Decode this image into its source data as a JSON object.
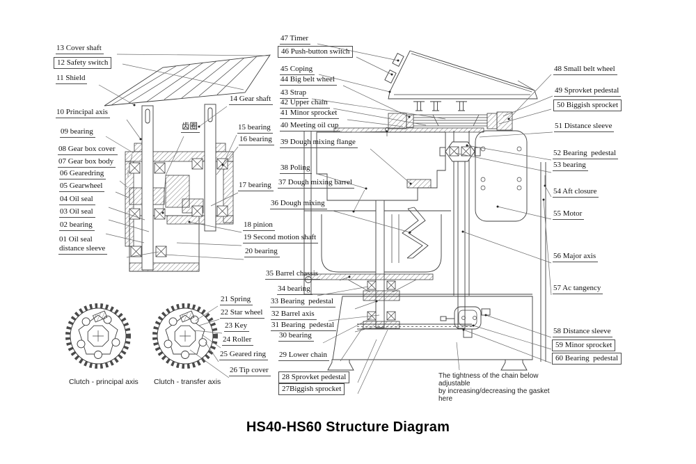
{
  "title": "HS40-HS60 Structure Diagram",
  "captions": {
    "clutch_left": "Clutch - principal axis",
    "clutch_right": "Clutch - transfer axis"
  },
  "note": {
    "line1": "The tightness of the chain below adjustable",
    "line2": "by increasing/decreasing the gasket here"
  },
  "gear_ring_label": "齿圈",
  "parts": {
    "p01": "01 Oil seal\ndistance sleeve",
    "p02": "02 bearing",
    "p03": "03 Oil seal",
    "p04": "04 Oil seal",
    "p05": "05 Gearwheel",
    "p06": "06 Gearedring",
    "p07": "07 Gear box body",
    "p08": "08 Gear box cover",
    "p09": "09 bearing",
    "p10": "10 Principal axis",
    "p11": "11 Shield",
    "p12": "12 Safety switch",
    "p13": "13 Cover shaft",
    "p14": "14 Gear shaft",
    "p15": "15 bearing",
    "p16": "16 bearing",
    "p17": "17 bearing",
    "p18": "18 pinion",
    "p19": "19 Second motion shaft",
    "p20": "20 bearing",
    "p21": "21 Spring",
    "p22": "22 Star wheel",
    "p23": "23 Key",
    "p24": "24 Roller",
    "p25": "25 Geared ring",
    "p26": "26 Tip cover",
    "p27": "27Biggish sprocket",
    "p28": "28 Sprovket pedestal",
    "p29": "29 Lower chain",
    "p30": "30 bearing",
    "p31": "31 Bearing  pedestal",
    "p32": "32 Barrel axis",
    "p33": "33 Bearing  pedestal",
    "p34": "34 bearing",
    "p35": "35 Barrel chassis",
    "p36": "36 Dough mixing",
    "p37": "37 Dough mixing barrel",
    "p38": "38 Poling",
    "p39": "39 Dough mixing flange",
    "p40": "40 Meeting oil cup",
    "p41": "41 Minor sprocket",
    "p42": "42 Upper chain",
    "p43": "43 Strap",
    "p44": "44 Big belt wheel",
    "p45": "45 Coping",
    "p46": "46 Push-button switch",
    "p47": "47 Timer",
    "p48": "48 Small belt wheel",
    "p49": "49 Sprovket pedestal",
    "p50": "50 Biggish sprocket",
    "p51": "51 Distance sleeve",
    "p52": "52 Bearing  pedestal",
    "p53": "53 bearing",
    "p54": "54 Aft closure",
    "p55": "55 Motor",
    "p56": "56 Major axis",
    "p57": "57 Ac tangency",
    "p58": "58 Distance sleeve",
    "p59": "59 Minor sprocket",
    "p60": "60 Bearing  pedestal"
  }
}
